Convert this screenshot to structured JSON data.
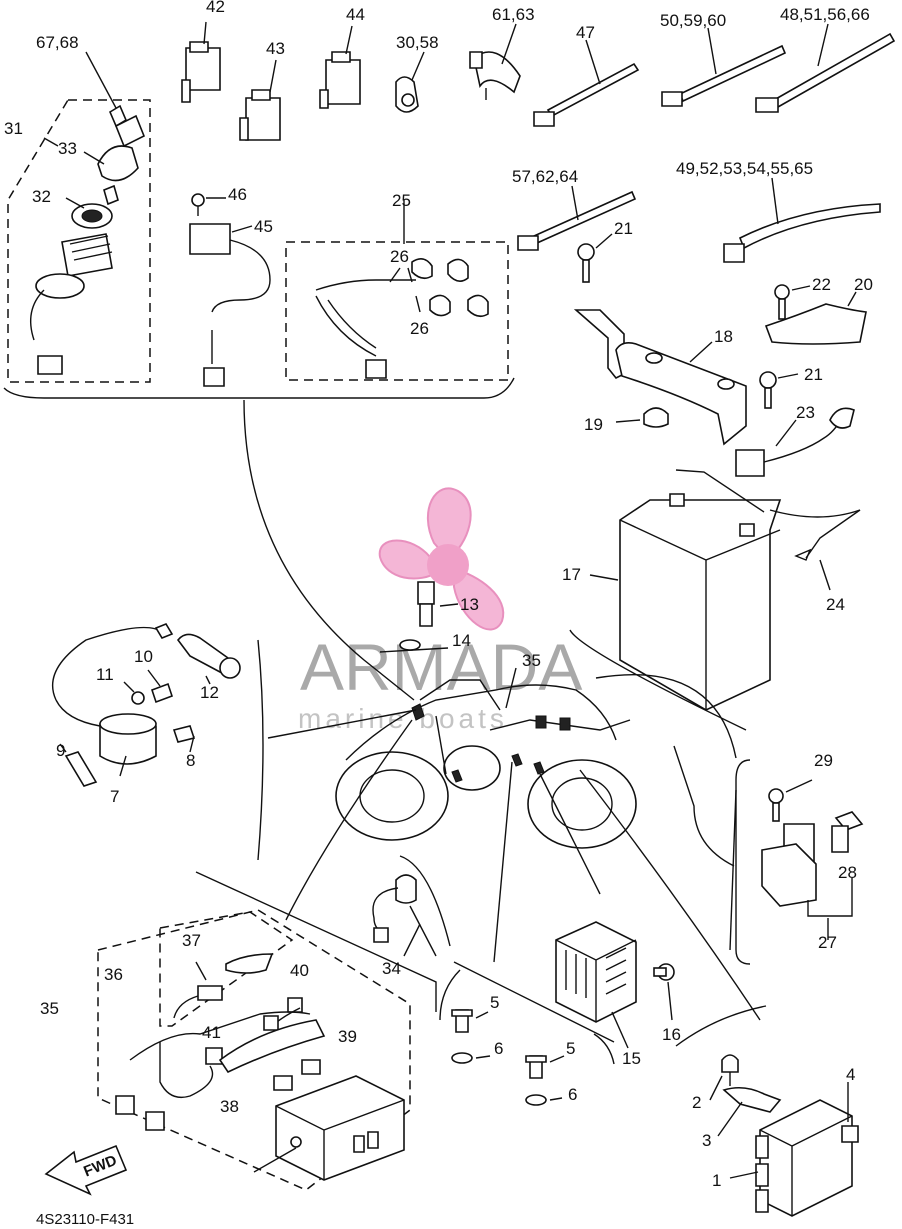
{
  "diagram_code": "4S23110-F431",
  "watermark": {
    "brand": "ARMADA",
    "tagline": "marine boats",
    "brand_color": "#f0a0c8"
  },
  "callouts": [
    "42",
    "43",
    "44",
    "30,58",
    "61,63",
    "47",
    "50,59,60",
    "48,51,56,66",
    "67,68",
    "31",
    "33",
    "32",
    "46",
    "45",
    "25",
    "26",
    "26",
    "57,62,64",
    "49,52,53,54,55,65",
    "21",
    "22",
    "20",
    "18",
    "21",
    "19",
    "23",
    "17",
    "24",
    "13",
    "14",
    "35",
    "10",
    "11",
    "12",
    "9",
    "8",
    "7",
    "29",
    "28",
    "27",
    "34",
    "37",
    "36",
    "40",
    "35",
    "41",
    "39",
    "38",
    "5",
    "6",
    "5",
    "6",
    "15",
    "16",
    "4",
    "2",
    "3",
    "1"
  ],
  "fwd_label": "FWD"
}
